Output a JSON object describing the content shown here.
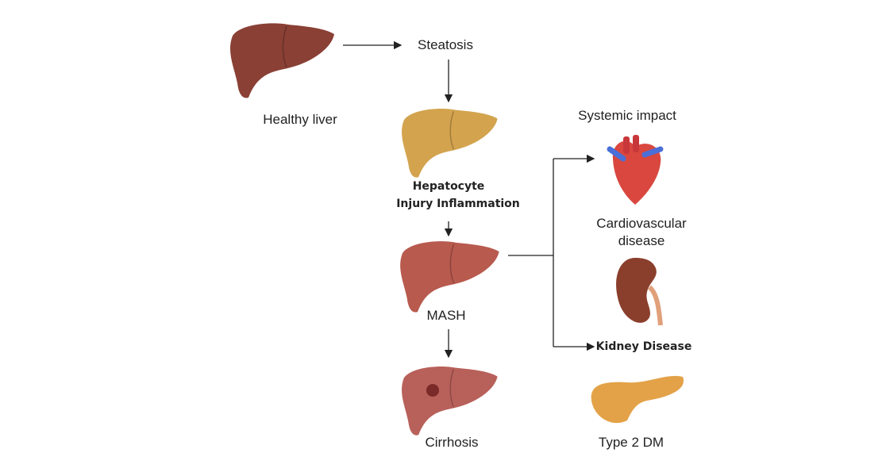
{
  "stages": {
    "healthy": "Healthy liver",
    "steatosis": "Steatosis",
    "hepatocyte_line1": "Hepatocyte",
    "hepatocyte_line2": "Injury Inflammation",
    "mash": "MASH",
    "cirrhosis": "Cirrhosis"
  },
  "systemic": {
    "title": "Systemic impact",
    "cardio_line1": "Cardiovascular",
    "cardio_line2": "disease",
    "kidney": "Kidney Disease",
    "diabetes": "Type 2 DM"
  },
  "colors": {
    "healthy": "#8a4035",
    "steatosis": "#d3a34e",
    "mash": "#b85a4e",
    "cirrhosis": "#b8605a",
    "heart": "#d9473f",
    "kidney": "#8a3f2c",
    "pancreas": "#e3a248"
  }
}
